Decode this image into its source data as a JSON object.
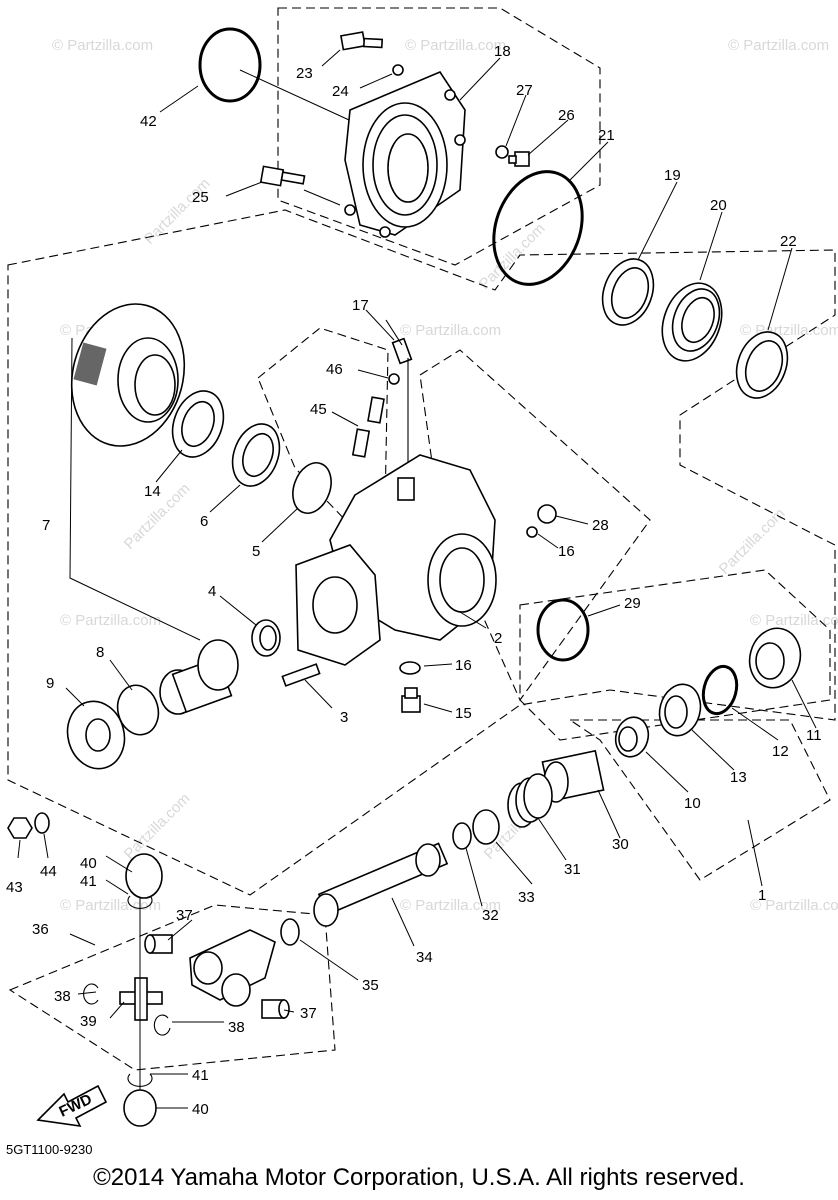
{
  "diagram": {
    "document_code": "5GT1100-9230",
    "copyright": "©2014 Yamaha Motor Corporation, U.S.A. All rights reserved.",
    "watermarks": [
      "© Partzilla.com",
      "Partzilla.com"
    ],
    "fwd_arrow": "FWD",
    "callouts": {
      "p1": "1",
      "p2": "2",
      "p3": "3",
      "p4": "4",
      "p5": "5",
      "p6": "6",
      "p7": "7",
      "p8": "8",
      "p9": "9",
      "p10": "10",
      "p11": "11",
      "p12": "12",
      "p13": "13",
      "p14": "14",
      "p15": "15",
      "p16a": "16",
      "p16b": "16",
      "p17": "17",
      "p18": "18",
      "p19": "19",
      "p20": "20",
      "p21": "21",
      "p22": "22",
      "p23": "23",
      "p24": "24",
      "p25": "25",
      "p26": "26",
      "p27": "27",
      "p28": "28",
      "p29": "29",
      "p30": "30",
      "p31": "31",
      "p32": "32",
      "p33": "33",
      "p34": "34",
      "p35": "35",
      "p36": "36",
      "p37a": "37",
      "p37b": "37",
      "p38a": "38",
      "p38b": "38",
      "p39": "39",
      "p40a": "40",
      "p40b": "40",
      "p41a": "41",
      "p41b": "41",
      "p42": "42",
      "p43": "43",
      "p44": "44",
      "p45": "45",
      "p46": "46"
    }
  }
}
